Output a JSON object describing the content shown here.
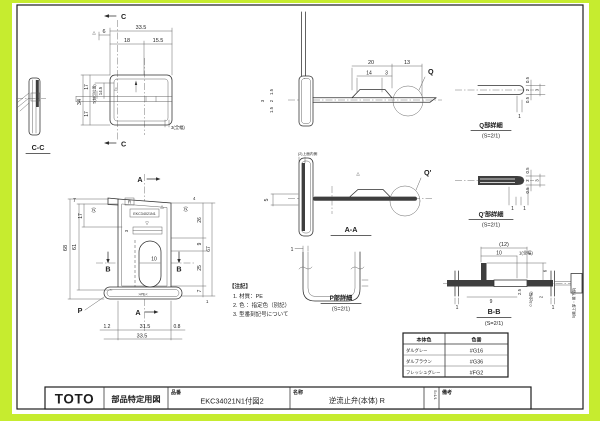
{
  "colors": {
    "border": "#c6ec2f",
    "ink": "#2e2e2e",
    "dark_fill": "#3e3e3e"
  },
  "title_block": {
    "logo": "TOTO",
    "doc_type": "部品特定用図",
    "part_no_label": "品番",
    "part_no": "EKC34021N1付図2",
    "name_label": "名称",
    "name": "逆流止弁(本体) R",
    "scale_note": "S=1/1",
    "remarks_label": "備考"
  },
  "notes": {
    "header": "【注記】",
    "item1": "1. 材質：PE",
    "item2": "2. 色 ：指定色（別記）",
    "item3": "3. 型番刻記号について"
  },
  "color_table": {
    "h1": "本体色",
    "h2": "色番",
    "r1c1": "ダルグレー",
    "r1c2": "#G16",
    "r2c1": "ダルブラウン",
    "r2c2": "#G36",
    "r3c1": "フレッシュグレー",
    "r3c2": "#FG2"
  },
  "cc": {
    "title": "C-C"
  },
  "plan": {
    "c_top": "C",
    "c_bot": "C",
    "tri_a": "△",
    "tri_b": "△",
    "d6": "6",
    "d33_5": "33.5",
    "d18": "18",
    "d15_5": "15.5",
    "d34": "34",
    "d17_top": "17",
    "d17_bot": "17",
    "d14_5": "14.5",
    "d5_note": "5(刻印位置)",
    "d3_note": "3(全幅)"
  },
  "front": {
    "a_top": "A",
    "a_bot": "A",
    "b_left": "B",
    "b_right": "B",
    "p": "P",
    "r_mark": "R",
    "part_mark": "EKC34021N1",
    "tri": "△",
    "down": "▽",
    "pe_mark": ">PE<",
    "d7": "7",
    "d17": "17",
    "d2_left": "(2)",
    "d68": "68",
    "d61": "61",
    "d4": "4",
    "d2_right": "(2)",
    "d26": "26",
    "d9": "9",
    "d67": "67",
    "d25": "25",
    "d7r": "7",
    "d1": "1",
    "d3": "3",
    "d10": "10",
    "d1_2": "1.2",
    "d31_5": "31.5",
    "d0_8": "0.8",
    "d33_5": "33.5"
  },
  "side": {
    "q": "Q",
    "d20": "20",
    "d14": "14",
    "d3": "3",
    "d13": "13",
    "d1_5a": "1.5",
    "d2": "2",
    "d1_5b": "1.5",
    "d3b": "3"
  },
  "aa": {
    "title": "A-A",
    "q": "Q'",
    "note": "(2)上面内側",
    "d5": "5",
    "tri": "△"
  },
  "qd": {
    "title": "Q部詳細",
    "scale": "(S=2/1)",
    "d05a": "0.5",
    "d2": "2",
    "d3": "3",
    "d05b": "0.5",
    "d1": "1"
  },
  "qpd": {
    "title": "Q'部詳細",
    "scale": "(S=2/1)",
    "d05a": "0.5",
    "d2": "2",
    "d3": "3",
    "d05b": "0.5",
    "d1a": "1",
    "d1b": "1"
  },
  "pd": {
    "title": "P部詳細",
    "scale": "(S=2/1)",
    "d1": "1"
  },
  "bb": {
    "title": "B-B",
    "scale": "(S=2/1)",
    "d12": "(12)",
    "d10": "10",
    "d1z": "1(全幅)",
    "d6": "6",
    "d9": "9",
    "d2_5": "2.5",
    "d05z": "0.5(全幅)",
    "d2": "2",
    "d1a": "1",
    "d1b": "1",
    "side_note": "5(最上部・最下部)"
  }
}
